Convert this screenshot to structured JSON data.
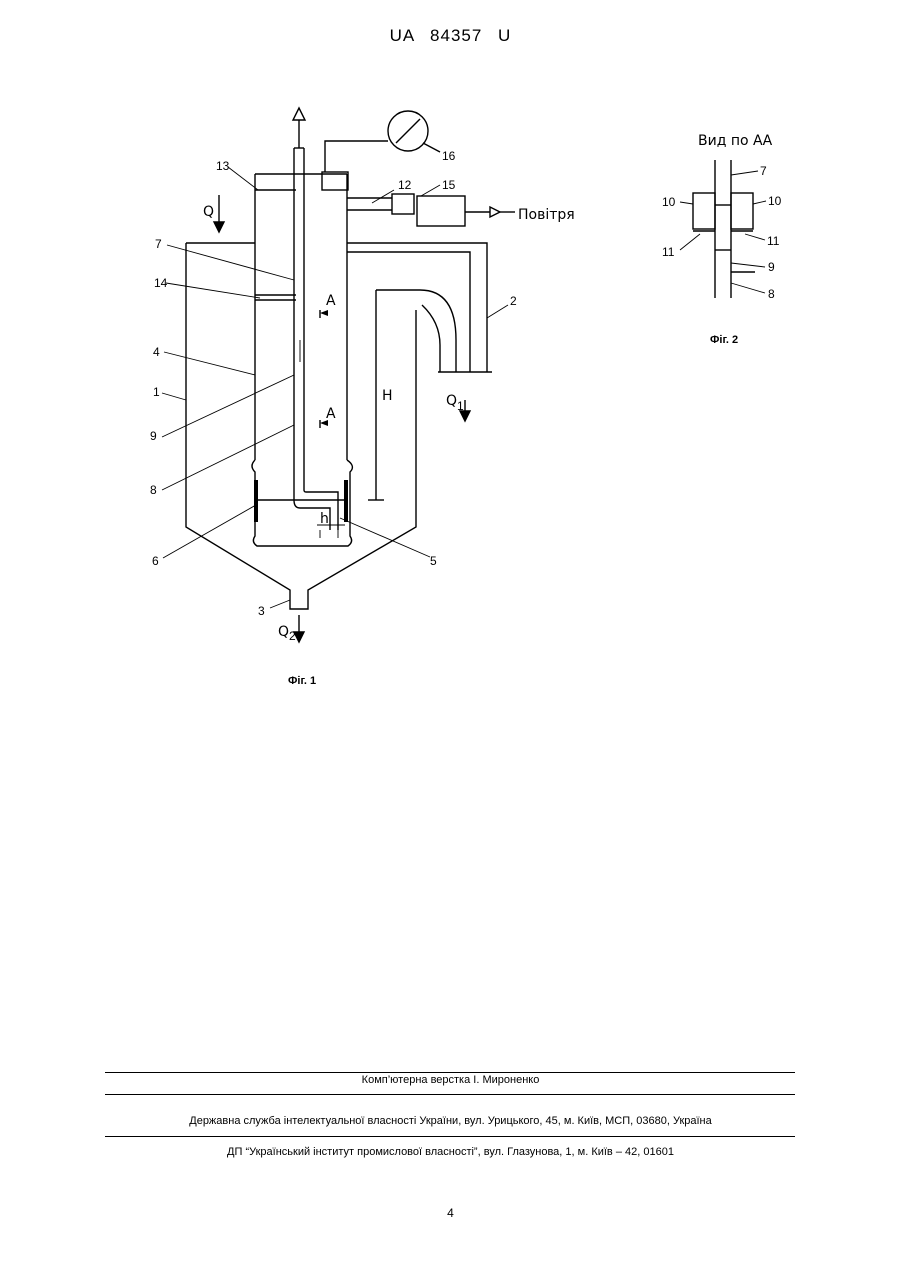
{
  "header": {
    "doc_id": "UA   84357   U"
  },
  "fig1": {
    "caption": "Фіг. 1",
    "labels": {
      "n13": "13",
      "n14": "14",
      "n7": "7",
      "n4": "4",
      "n1": "1",
      "n9": "9",
      "n8": "8",
      "n6": "6",
      "n5": "5",
      "n3": "3",
      "n2": "2",
      "n12": "12",
      "n15": "15",
      "n16": "16",
      "q": "Q",
      "q1": "Q",
      "q1_sub": "1",
      "q2": "Q",
      "q2_sub": "2",
      "h_big": "H",
      "h_small": "h",
      "a_top": "A",
      "a_bottom": "A",
      "air": "Повітря"
    }
  },
  "fig2": {
    "title": "Вид по АА",
    "caption": "Фіг. 2",
    "labels": {
      "n7": "7",
      "n10_left": "10",
      "n10_right": "10",
      "n11_left": "11",
      "n11_right": "11",
      "n9": "9",
      "n8": "8"
    }
  },
  "footer": {
    "layout": "Комп’ютерна верстка І. Мироненко",
    "agency": "Державна служба інтелектуальної власності України, вул. Урицького, 45, м. Київ, МСП, 03680, Україна",
    "institute": "ДП “Український інститут промислової власності”, вул. Глазунова, 1, м. Київ – 42, 01601"
  },
  "page_number": "4"
}
